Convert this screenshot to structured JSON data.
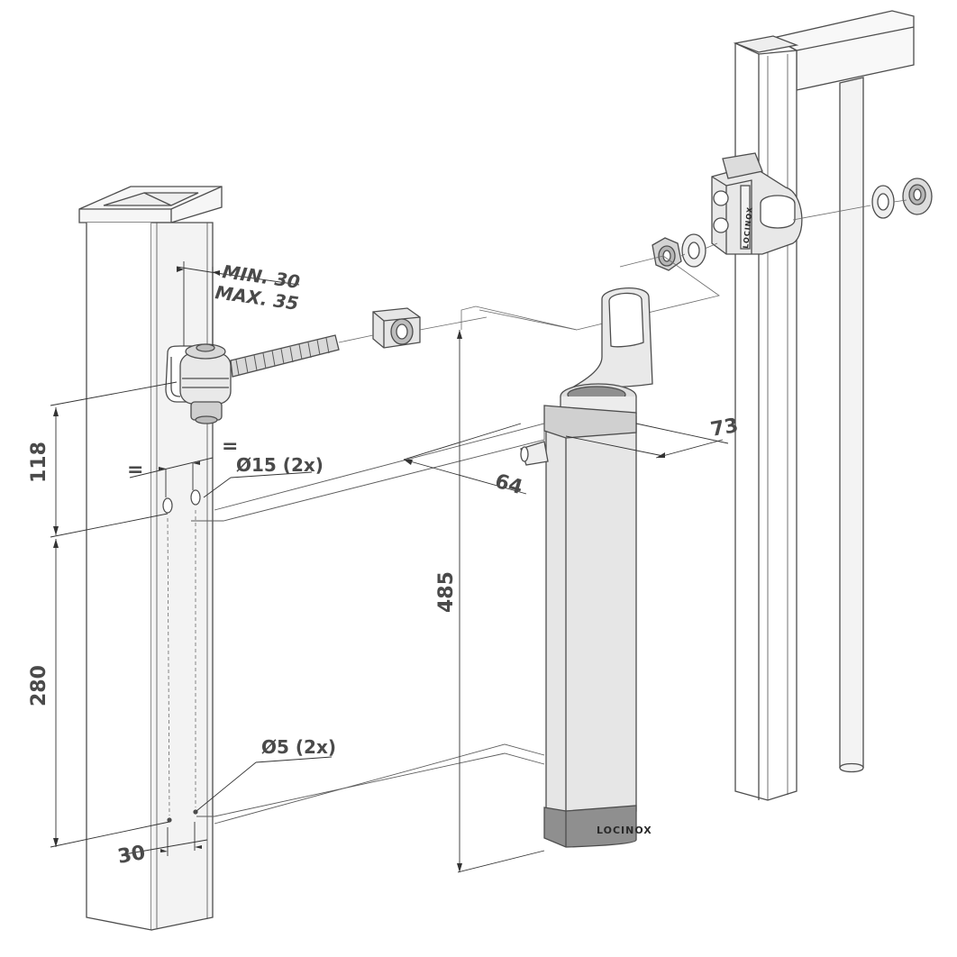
{
  "diagram": {
    "labels": {
      "min": "MIN. 30",
      "max": "MAX. 35",
      "eq_left": "=",
      "eq_right": "=",
      "hole_large": "Ø15 (2x)",
      "hole_small": "Ø5 (2x)",
      "dim_118": "118",
      "dim_280": "280",
      "dim_30": "30",
      "dim_485": "485",
      "dim_64": "64",
      "dim_73": "73"
    },
    "brand": {
      "closer_label": "LOCINOX",
      "bracket_label": "LOCINOX"
    },
    "colors": {
      "line": "#4d4d4d",
      "body_fill": "#e6e6e6",
      "cap_fill": "#8f8f8f",
      "dim_text": "#4a4a4a"
    }
  }
}
